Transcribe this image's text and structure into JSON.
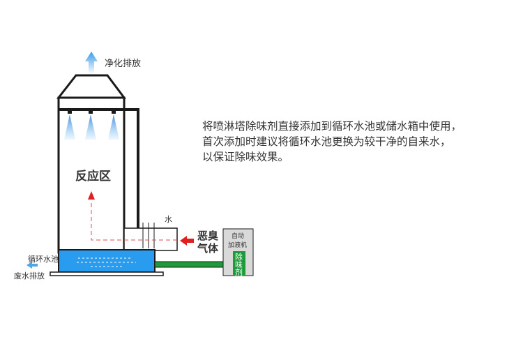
{
  "labels": {
    "purified_exhaust": "净化排放",
    "reaction_zone": "反应区",
    "water": "水",
    "odor_gas_line1": "恶臭",
    "odor_gas_line2": "气体",
    "circulating_pool": "循环水池",
    "wastewater_discharge": "废水排放",
    "auto_dosing_line1": "自动",
    "auto_dosing_line2": "加液机",
    "deodorant_chars": [
      "除",
      "味",
      "剂"
    ]
  },
  "description": {
    "lines": [
      "将喷淋塔除味剂直接添加到循环水池或储水箱中使用，",
      "首次添加时建议将循环水池更换为较干净的自来水，",
      "以保证除味效果。"
    ]
  },
  "colors": {
    "outline": "#1a1a1a",
    "water": "#2a9cf0",
    "pipe_green": "#1f9a3a",
    "arrow_red": "#e02020",
    "arrow_blue": "#4da6e8",
    "dashed_flow": "#e05050"
  }
}
